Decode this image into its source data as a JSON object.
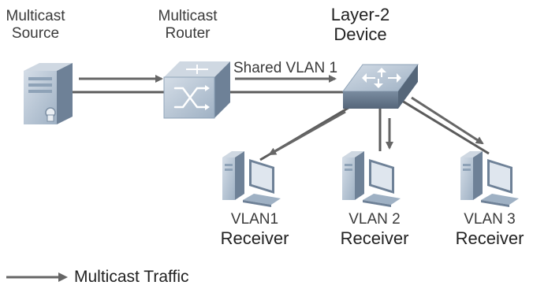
{
  "nodes": {
    "source": {
      "line1": "Multicast",
      "line2": "Source"
    },
    "router": {
      "line1": "Multicast",
      "line2": "Router"
    },
    "switch": {
      "line1": "Layer-2",
      "line2": "Device"
    },
    "receiver1": {
      "vlan": "VLAN1",
      "role": "Receiver"
    },
    "receiver2": {
      "vlan": "VLAN 2",
      "role": "Receiver"
    },
    "receiver3": {
      "vlan": "VLAN 3",
      "role": "Receiver"
    }
  },
  "link_label": "Shared VLAN 1",
  "legend": {
    "label": "Multicast Traffic"
  },
  "colors": {
    "device_top": "#b7c6d6",
    "device_side": "#6d7f93",
    "arrow": "#666666",
    "link": "#5b5b5b"
  }
}
